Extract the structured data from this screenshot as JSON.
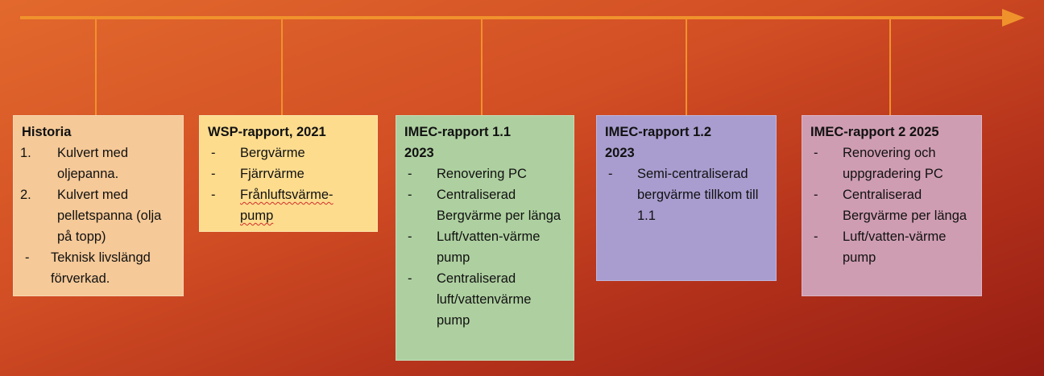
{
  "colors": {
    "line": "#f0922c",
    "historia": "#f5c998",
    "wsp": "#fddc8e",
    "imec11": "#aed0a0",
    "imec12": "#a99dcf",
    "imec2": "#cf9db2"
  },
  "boxes": [
    {
      "title": "Historia",
      "numbered": [
        "Kulvert med oljepanna.",
        "Kulvert med pelletspanna (olja på topp)"
      ],
      "numbers": [
        "1.",
        "2."
      ],
      "items": [
        "Teknisk livslängd förverkad."
      ]
    },
    {
      "title": "WSP-rapport, 2021",
      "items": [
        "Bergvärme",
        "Fjärrvärme",
        "Frånluftsvärme-pump"
      ]
    },
    {
      "title": "IMEC-rapport 1.1 2023",
      "items": [
        "Renovering PC",
        "Centraliserad Bergvärme per länga",
        "Luft/vatten-värme pump",
        "Centraliserad luft/vattenvärme pump"
      ]
    },
    {
      "title": "IMEC-rapport 1.2 2023",
      "items": [
        "Semi-centraliserad bergvärme tillkom till 1.1"
      ]
    },
    {
      "title": "IMEC-rapport 2 2025",
      "items": [
        "Renovering och uppgradering PC",
        "Centraliserad Bergvärme per länga",
        "Luft/vatten-värme pump"
      ]
    }
  ],
  "bullet": "-"
}
